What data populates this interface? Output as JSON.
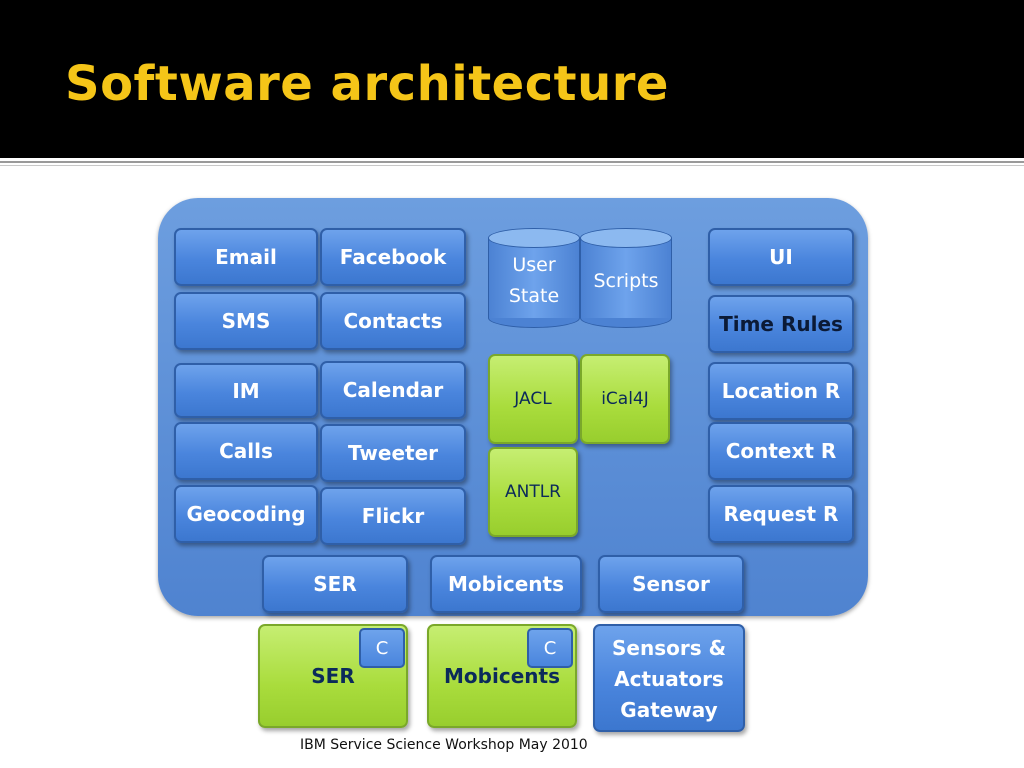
{
  "title": "Software architecture",
  "left_column": [
    "Email",
    "SMS",
    "IM",
    "Calls",
    "Geocoding"
  ],
  "middle_column": [
    "Facebook",
    "Contacts",
    "Calendar",
    "Tweeter",
    "Flickr"
  ],
  "databases": [
    "User State",
    "Scripts"
  ],
  "libraries": [
    "JACL",
    "iCal4J",
    "ANTLR"
  ],
  "right_column": [
    "UI",
    "Time Rules",
    "Location R",
    "Context R",
    "Request R"
  ],
  "bottom_row": [
    "SER",
    "Mobicents",
    "Sensor"
  ],
  "external": {
    "ser": "SER",
    "mobicents": "Mobicents",
    "badge": "C",
    "gateway_lines": [
      "Sensors &",
      "Actuators",
      "Gateway"
    ]
  },
  "footer": "IBM Service Science Workshop May 2010"
}
